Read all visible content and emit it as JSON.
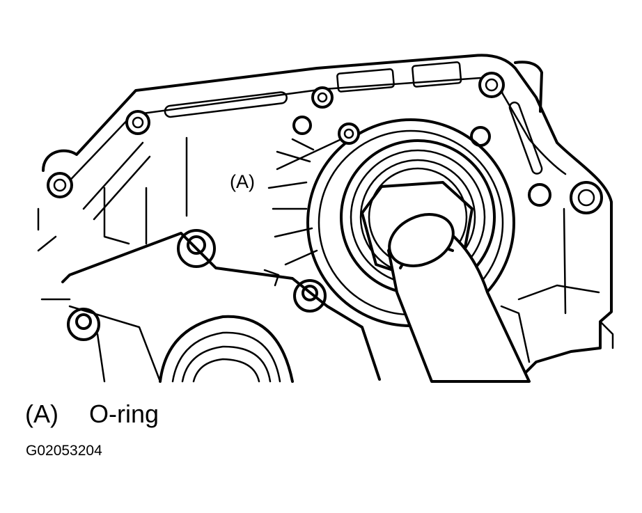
{
  "callout": {
    "label": "(A)"
  },
  "legend": {
    "code": "(A)",
    "text": "O-ring"
  },
  "figure_id": "G02053204"
}
